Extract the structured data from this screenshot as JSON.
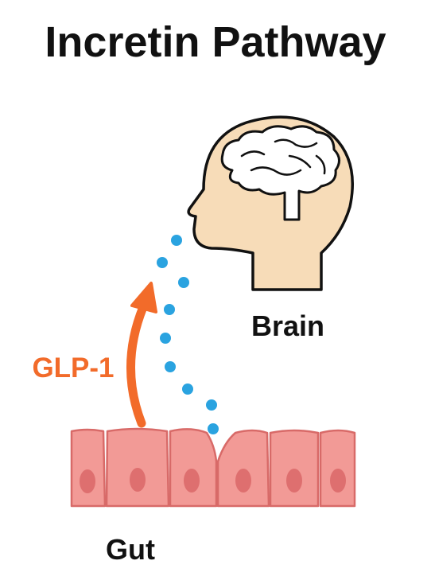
{
  "title": "Incretin Pathway",
  "labels": {
    "brain": "Brain",
    "gut": "Gut",
    "hormone": "GLP-1"
  },
  "colors": {
    "title": "#111111",
    "text": "#111111",
    "hormone_arrow": "#f26b2a",
    "dots": "#2aa3e0",
    "head_fill": "#f7dcb8",
    "head_stroke": "#111111",
    "brain_fill": "#ffffff",
    "cell_fill": "#f29a96",
    "cell_stroke": "#d86a68",
    "nucleus_fill": "#de6f6f"
  },
  "icons": {
    "head": "head-profile-icon",
    "brain": "brain-icon",
    "arrow": "up-arrow-icon",
    "cells": "gut-epithelium-cells"
  }
}
